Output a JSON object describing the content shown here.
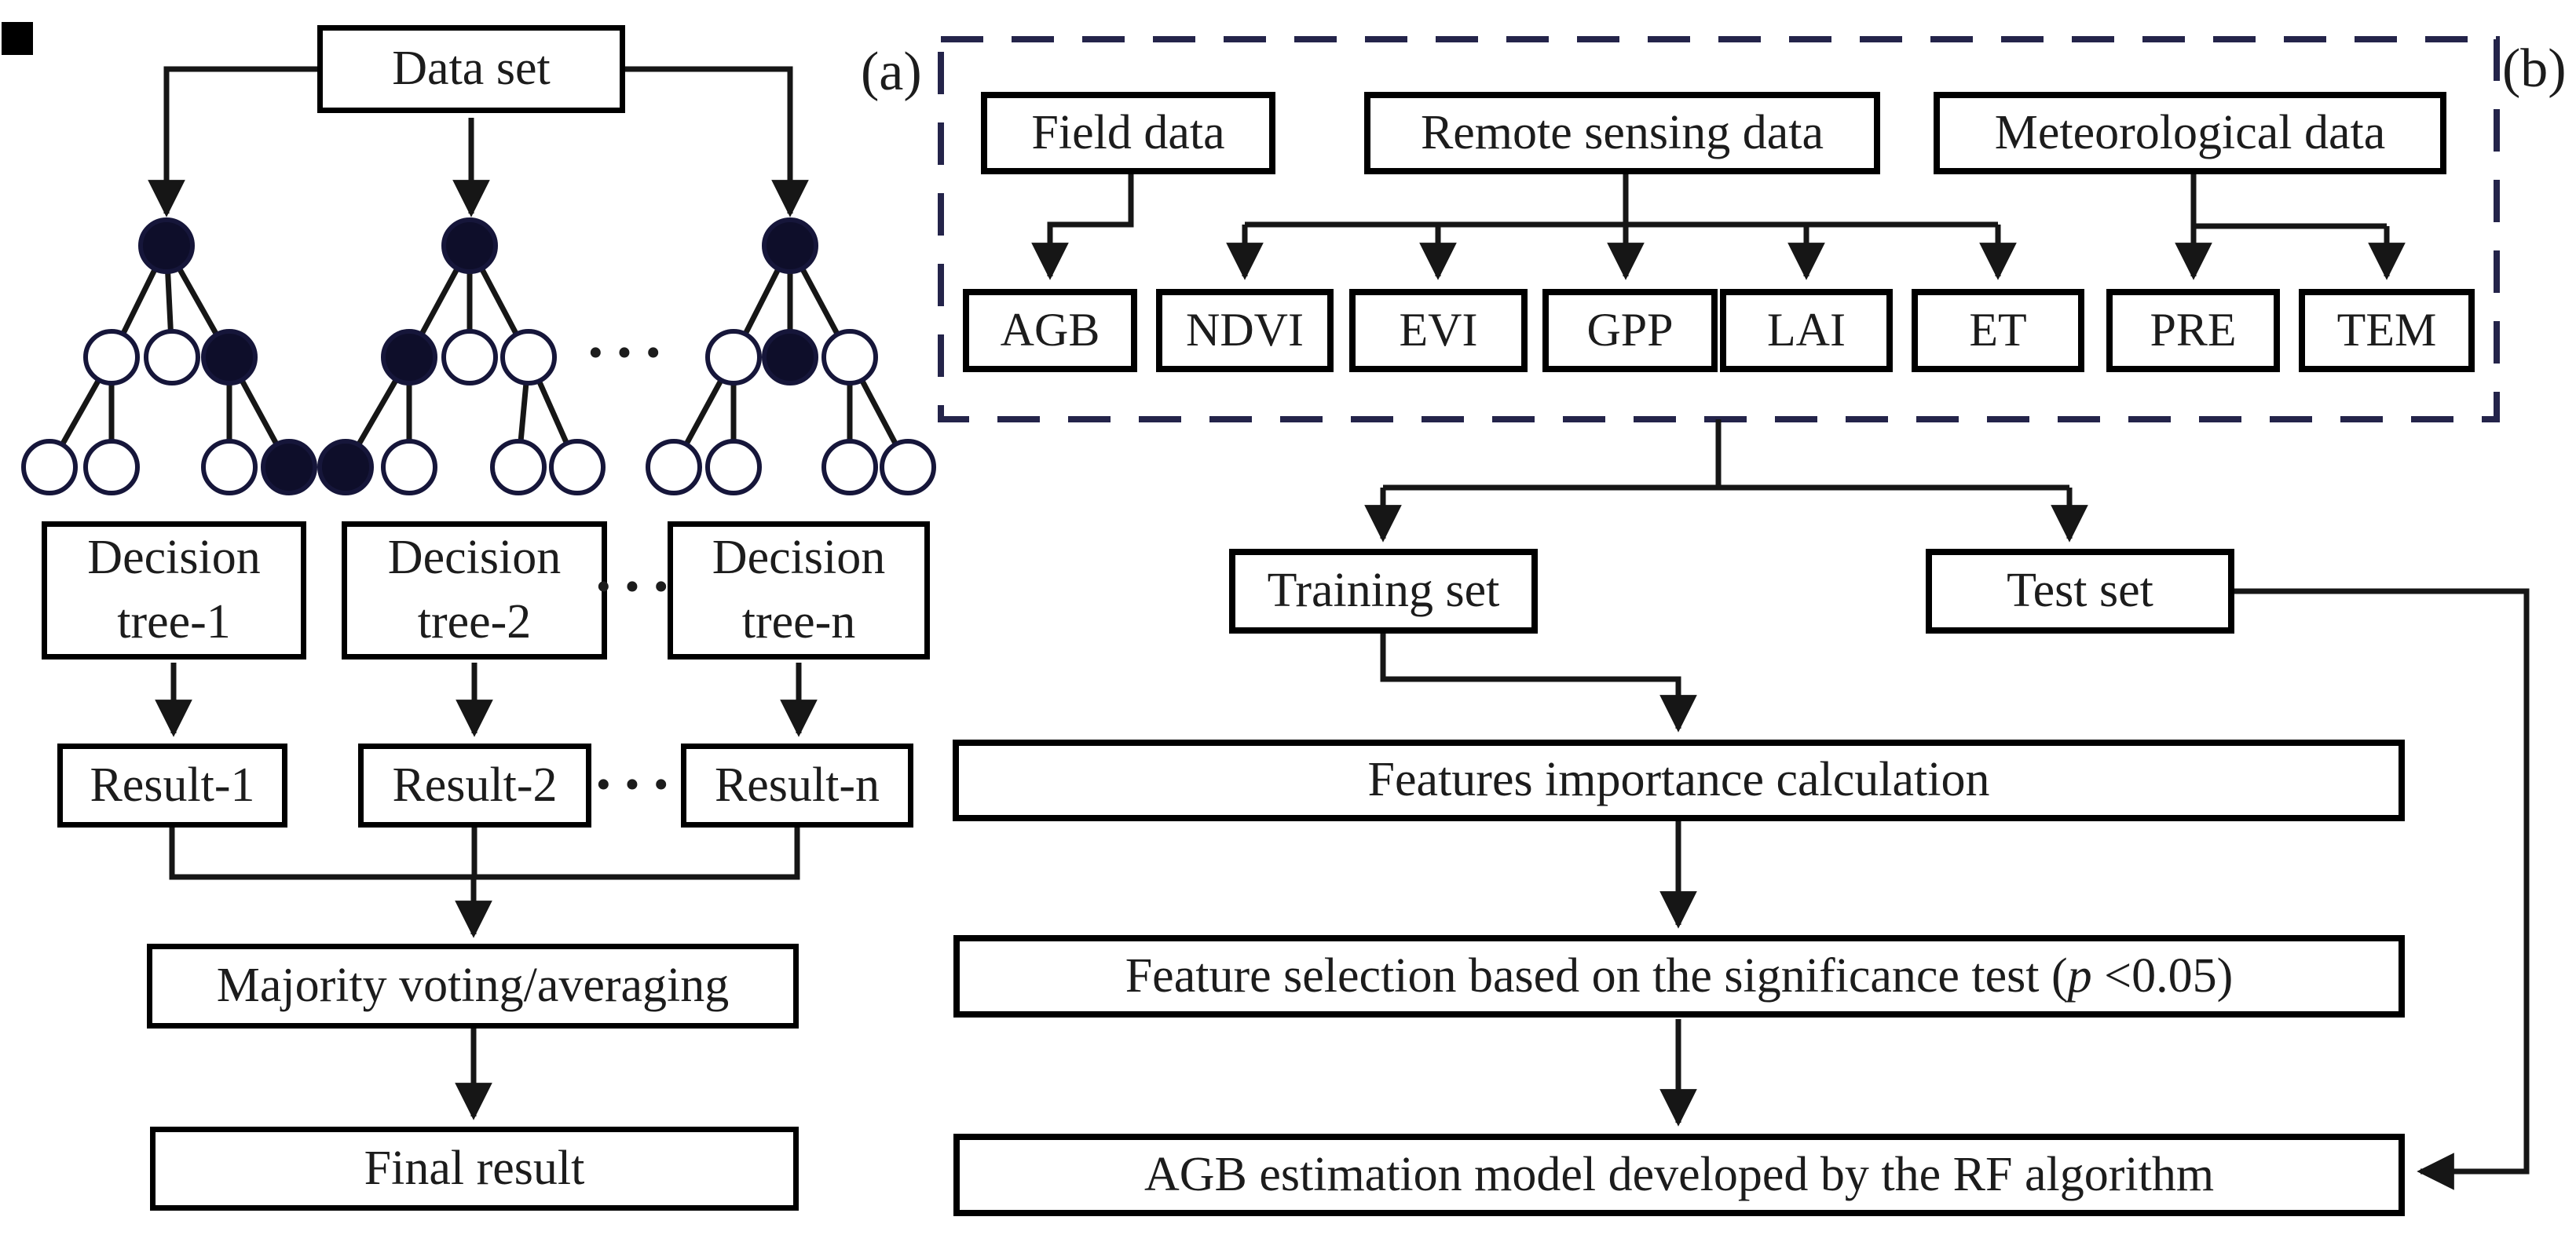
{
  "figure": {
    "panel_a_label": "(a)",
    "panel_b_label": "(b)",
    "ellipsis": "···"
  },
  "colors": {
    "line": "#161616",
    "text": "#1c1c1c",
    "dash": "#24244a",
    "node_stroke": "#16163a",
    "node_fill": "#0e0e2a",
    "box_border": "#000000",
    "background": "#ffffff"
  },
  "panel_a": {
    "data_set": "Data set",
    "trees": {
      "node_radius": 33,
      "nodes": [
        [
          212,
          313,
          1
        ],
        [
          142,
          455,
          0
        ],
        [
          219,
          455,
          0
        ],
        [
          292,
          455,
          1
        ],
        [
          63,
          595,
          0
        ],
        [
          142,
          595,
          0
        ],
        [
          292,
          595,
          0
        ],
        [
          368,
          595,
          1
        ],
        [
          598,
          313,
          1
        ],
        [
          521,
          455,
          1
        ],
        [
          598,
          455,
          0
        ],
        [
          673,
          455,
          0
        ],
        [
          440,
          595,
          1
        ],
        [
          521,
          595,
          0
        ],
        [
          660,
          595,
          0
        ],
        [
          735,
          595,
          0
        ],
        [
          1006,
          313,
          1
        ],
        [
          934,
          455,
          0
        ],
        [
          1006,
          455,
          1
        ],
        [
          1082,
          455,
          0
        ],
        [
          858,
          595,
          0
        ],
        [
          934,
          595,
          0
        ],
        [
          1082,
          595,
          0
        ],
        [
          1156,
          595,
          0
        ]
      ],
      "edges": [
        [
          212,
          313,
          142,
          455
        ],
        [
          212,
          313,
          219,
          455
        ],
        [
          212,
          313,
          292,
          455
        ],
        [
          142,
          455,
          63,
          595
        ],
        [
          142,
          455,
          142,
          595
        ],
        [
          292,
          455,
          292,
          595
        ],
        [
          292,
          455,
          368,
          595
        ],
        [
          598,
          313,
          521,
          455
        ],
        [
          598,
          313,
          598,
          455
        ],
        [
          598,
          313,
          673,
          455
        ],
        [
          521,
          455,
          440,
          595
        ],
        [
          521,
          455,
          521,
          595
        ],
        [
          673,
          455,
          660,
          595
        ],
        [
          673,
          455,
          735,
          595
        ],
        [
          1006,
          313,
          934,
          455
        ],
        [
          1006,
          313,
          1006,
          455
        ],
        [
          1006,
          313,
          1082,
          455
        ],
        [
          934,
          455,
          858,
          595
        ],
        [
          934,
          455,
          934,
          595
        ],
        [
          1082,
          455,
          1082,
          595
        ],
        [
          1082,
          455,
          1156,
          595
        ]
      ]
    },
    "decision_boxes": [
      {
        "top": "Decision",
        "bottom": "tree-1"
      },
      {
        "top": "Decision",
        "bottom": "tree-2"
      },
      {
        "top": "Decision",
        "bottom": "tree-n"
      }
    ],
    "results": [
      "Result-1",
      "Result-2",
      "Result-n"
    ],
    "majority": "Majority voting/averaging",
    "final": "Final result"
  },
  "panel_b": {
    "sources": [
      "Field data",
      "Remote sensing data",
      "Meteorological data"
    ],
    "variables": [
      "AGB",
      "NDVI",
      "EVI",
      "GPP",
      "LAI",
      "ET",
      "PRE",
      "TEM"
    ],
    "training_set": "Training set",
    "test_set": "Test set",
    "features_importance": "Features importance calculation",
    "feature_selection": {
      "prefix": "Feature selection based on the significance test (",
      "p": "p",
      "suffix": " <0.05)"
    },
    "agb_model": "AGB estimation model developed by the RF algorithm"
  }
}
